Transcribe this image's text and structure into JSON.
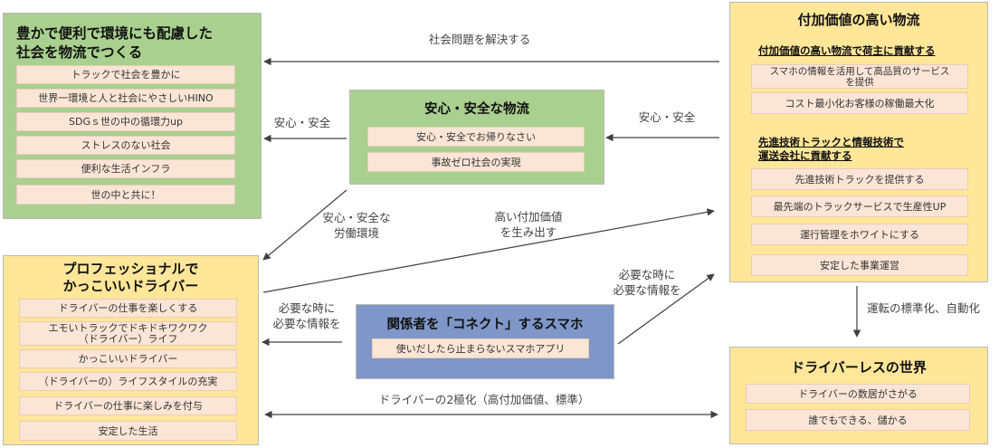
{
  "society": {
    "title_line1": "豊かで便利で環境にも配慮した",
    "title_line2": "社会を物流でつくる",
    "items": [
      "トラックで社会を豊かに",
      "世界一環境と人と社会にやさしいHINO",
      "SDGｓ世の中の循環力up",
      "ストレスのない社会",
      "便利な生活インフラ",
      "世の中と共に！"
    ]
  },
  "safety": {
    "title": "安心・安全な物流",
    "items": [
      "安心・安全でお帰りなさい",
      "事故ゼロ社会の実現"
    ]
  },
  "value": {
    "title": "付加価値の高い物流",
    "sub1": "付加価値の高い物流で荷主に貢献する",
    "sub1_items": [
      [
        "スマホの情報を活用して高品質のサービス",
        "を提供"
      ],
      [
        "コスト最小化お客様の稼働最大化"
      ]
    ],
    "sub2_line1": "先進技術トラックと情報技術で",
    "sub2_line2": "運送会社に貢献する",
    "sub2_items": [
      "先進技術トラックを提供する",
      "最先端のトラックサービスで生産性UP",
      "運行管理をホワイトにする",
      "安定した事業運営"
    ]
  },
  "driver": {
    "title_line1": "プロフェッショナルで",
    "title_line2": "かっこいいドライバー",
    "items": [
      [
        "ドライバーの仕事を楽しくする"
      ],
      [
        "エモいトラックでドキドキワクワク",
        "（ドライバー）ライフ"
      ],
      [
        "かっこいいドライバー"
      ],
      [
        "（ドライバーの）ライフスタイルの充実"
      ],
      [
        "ドライバーの仕事に楽しみを付与"
      ],
      [
        "安定した生活"
      ]
    ]
  },
  "connect": {
    "title": "関係者を「コネクト」するスマホ",
    "item": "使いだしたら止まらないスマホアプリ"
  },
  "driverless": {
    "title": "ドライバーレスの世界",
    "items": [
      "ドライバーの数居がさがる",
      "誰でもできる、儲かる"
    ]
  },
  "labels": {
    "solve": "社会問題を解決する",
    "safe_left": "安心・安全",
    "safe_right": "安心・安全",
    "labor_line1": "安心・安全な",
    "labor_line2": "労働環境",
    "highvalue_line1": "高い付加価値",
    "highvalue_line2": "を生み出す",
    "need_right_line1": "必要な時に",
    "need_right_line2": "必要な情報を",
    "need_left_line1": "必要な時に",
    "need_left_line2": "必要な情報を",
    "standardize": "運転の標準化、自動化",
    "polarize": "ドライバーの2極化（高付加価値、標準）"
  },
  "colors": {
    "green": "#a9d08e",
    "yellow": "#ffe699",
    "blue": "#7f97c8",
    "item": "#fbe5d6",
    "arrow": "#404040"
  }
}
